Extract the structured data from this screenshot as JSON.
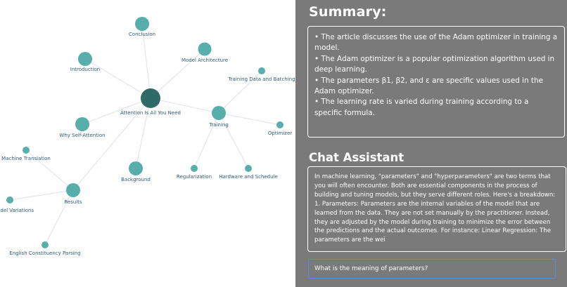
{
  "graph": {
    "nodes": [
      {
        "id": "root",
        "label": "Attention Is All You Need"
      },
      {
        "id": "conclusion",
        "label": "Conclusion"
      },
      {
        "id": "introduction",
        "label": "Introduction"
      },
      {
        "id": "model-architecture",
        "label": "Model Architecture"
      },
      {
        "id": "training-data",
        "label": "Training Data and Batching"
      },
      {
        "id": "training",
        "label": "Training"
      },
      {
        "id": "optimizer",
        "label": "Optimizer"
      },
      {
        "id": "why-self-attention",
        "label": "Why Self-Attention"
      },
      {
        "id": "background",
        "label": "Background"
      },
      {
        "id": "regularization",
        "label": "Regularization"
      },
      {
        "id": "hardware",
        "label": "Hardware and Schedule"
      },
      {
        "id": "results",
        "label": "Results"
      },
      {
        "id": "machine-translation",
        "label": "Machine Translation"
      },
      {
        "id": "model-variations",
        "label": "Model Variations"
      },
      {
        "id": "english-parsing",
        "label": "English Constituency Parsing"
      }
    ]
  },
  "summary": {
    "title": "Summary:",
    "bullets": [
      "• The article discusses the use of the Adam optimizer in training a model.",
      "• The Adam optimizer is a popular optimization algorithm used in deep learning.",
      "• The parameters β1, β2, and ε are specific values used in the Adam optimizer.",
      "• The learning rate is varied during training according to a specific formula."
    ]
  },
  "chat": {
    "title": "Chat Assistant",
    "response": "In machine learning, \"parameters\" and \"hyperparameters\" are two terms that you will often encounter. Both are essential components in the process of building and tuning models, but they serve different roles. Here's a breakdown: 1. Parameters: Parameters are the internal variables of the model that are learned from the data. They are not set manually by the practitioner. Instead, they are adjusted by the model during training to minimize the error between the predictions and the actual outcomes. For instance: Linear Regression: The parameters are the wei",
    "input_value": "What is the meaning of parameters?"
  },
  "colors": {
    "node": "#58aeaa",
    "root_node": "#2f6a66",
    "panel_background": "#7a7a7a",
    "input_border": "#5d8cd6"
  }
}
